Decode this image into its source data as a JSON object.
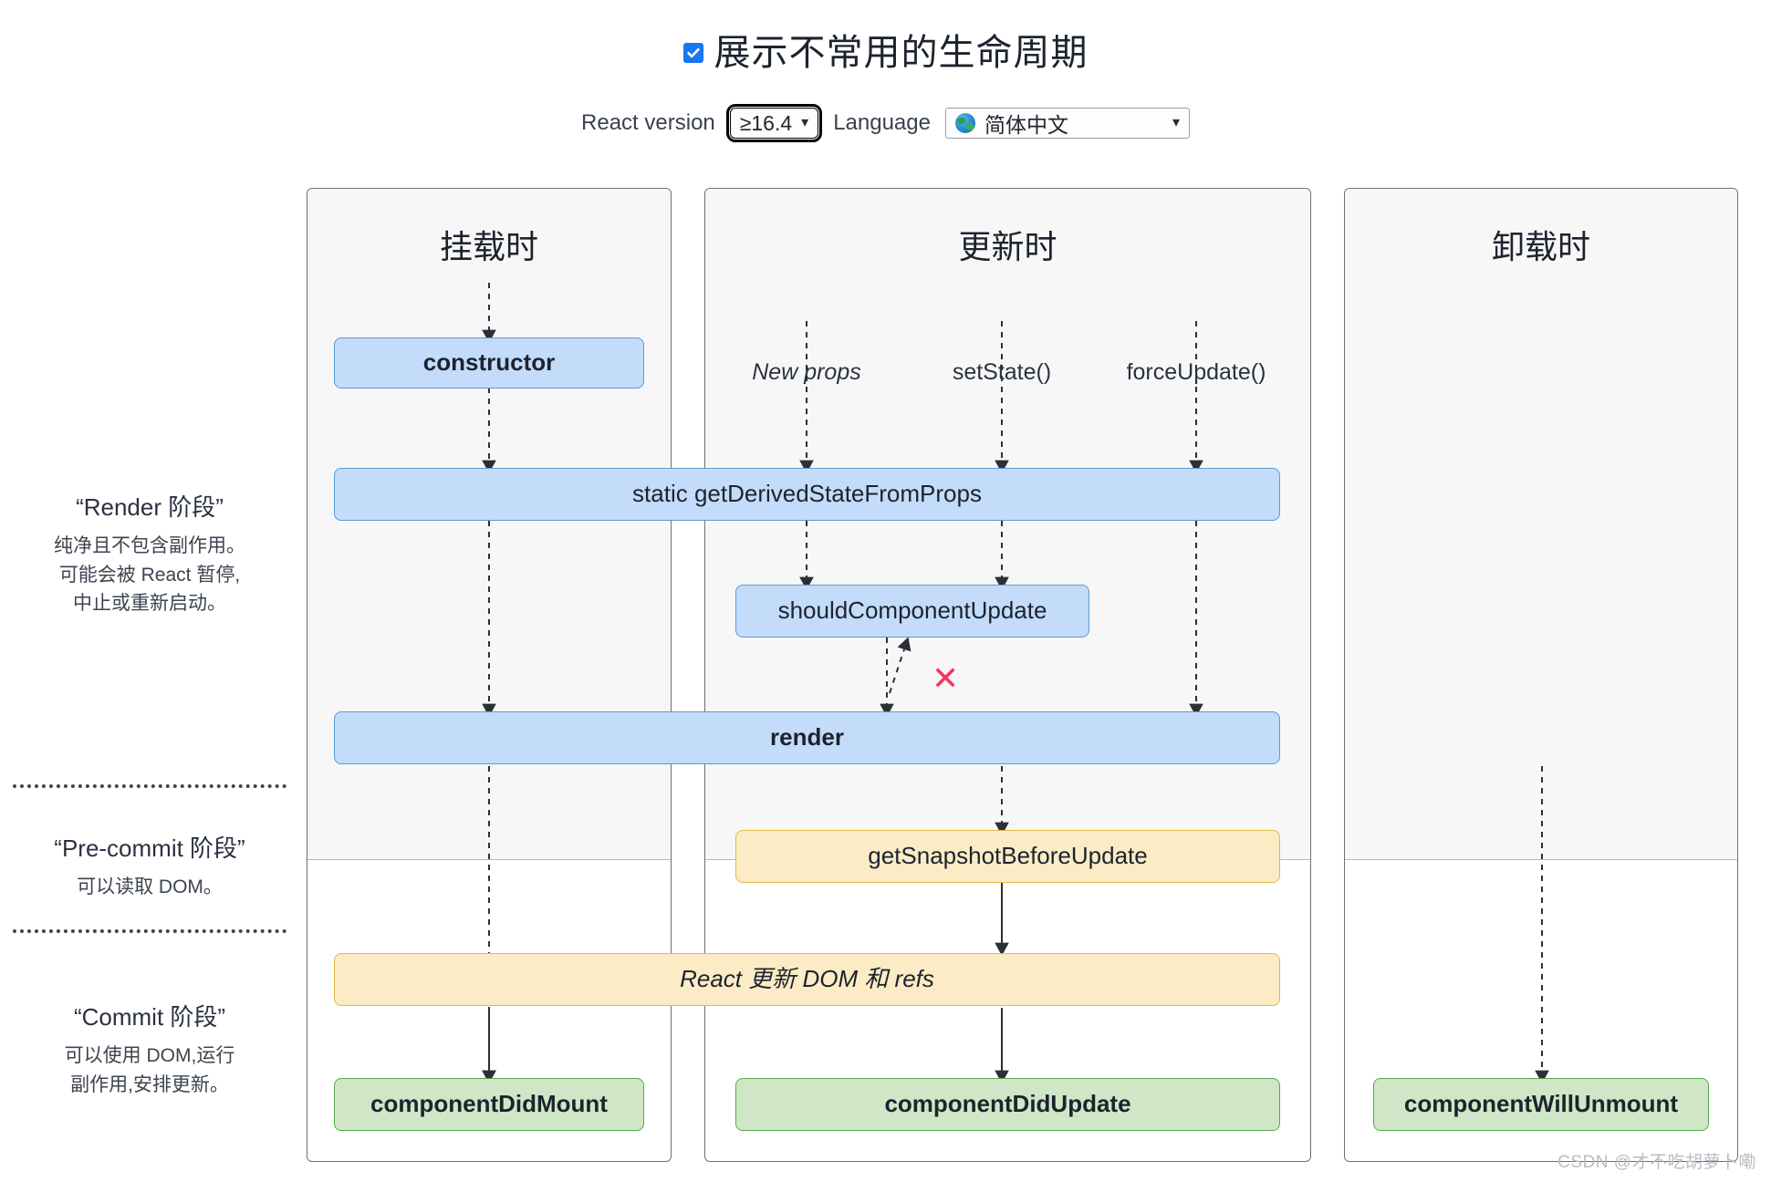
{
  "header": {
    "checkbox_checked": true,
    "checkbox_icon": "check-icon",
    "title": "展示不常用的生命周期",
    "react_version_label": "React version",
    "react_version_value": "≥16.4",
    "language_label": "Language",
    "language_value": "简体中文",
    "language_icon": "globe-icon",
    "caret_icon": "chevron-down-icon"
  },
  "columns": [
    {
      "title": "挂载时"
    },
    {
      "title": "更新时"
    },
    {
      "title": "卸载时"
    }
  ],
  "phases": [
    {
      "heading": "“Render 阶段”",
      "body": "纯净且不包含副作用。\n可能会被 React 暂停,\n中止或重新启动。"
    },
    {
      "heading": "“Pre-commit 阶段”",
      "body": "可以读取 DOM。"
    },
    {
      "heading": "“Commit 阶段”",
      "body": "可以使用 DOM,运行\n副作用,安排更新。"
    }
  ],
  "triggers": [
    {
      "label": "New props",
      "italic": true
    },
    {
      "label": "setState()",
      "italic": false
    },
    {
      "label": "forceUpdate()",
      "italic": false
    }
  ],
  "nodes": {
    "constructor": "constructor",
    "get_derived_state_from_props": "static getDerivedStateFromProps",
    "should_component_update": "shouldComponentUpdate",
    "render": "render",
    "get_snapshot_before_update": "getSnapshotBeforeUpdate",
    "react_updates_dom": "React 更新 DOM 和 refs",
    "component_did_mount": "componentDidMount",
    "component_did_update": "componentDidUpdate",
    "component_will_unmount": "componentWillUnmount"
  },
  "markers": {
    "skip_x": "✕"
  },
  "colors": {
    "blue_fill": "#c3dcfa",
    "blue_stroke": "#5b9bd5",
    "yellow_fill": "#fbecc5",
    "yellow_stroke": "#e0b94a",
    "green_fill": "#cfe7c6",
    "green_stroke": "#57a84b",
    "accent_checkbox": "#1877f2",
    "skip_red": "#f2355e",
    "column_shade": "#f7f7f7"
  },
  "watermark": "CSDN @才不吃胡萝卜嘞"
}
